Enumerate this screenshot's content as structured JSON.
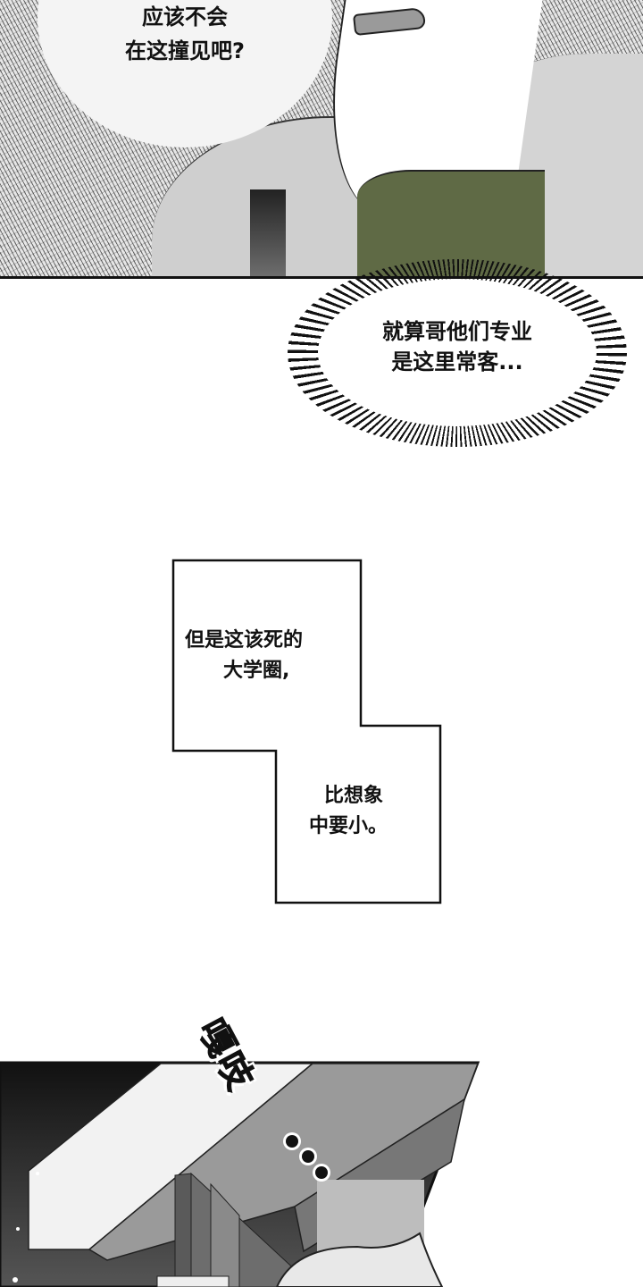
{
  "panels": [
    {
      "id": "panel-1",
      "description": "close-up of a man's neck and shoulders with jacket, green shirt and bag strap",
      "colors": {
        "shirt": "#5f6a45",
        "jacket": "#d4d4d4",
        "hatch_bg": "#e6e6e6"
      },
      "bubble": {
        "type": "thought-burst",
        "lines": [
          "应该不会",
          "在这撞见吧?"
        ]
      }
    },
    {
      "id": "bubble-2",
      "bubble": {
        "type": "thought-burst",
        "lines": [
          "就算哥他们专业",
          "是这里常客..."
        ]
      }
    },
    {
      "id": "caption-box",
      "top_lines": [
        "但是这该死的",
        "大学圈,"
      ],
      "bottom_lines": [
        "比想象",
        "中要小。"
      ]
    },
    {
      "id": "panel-3",
      "description": "building entrance with a door opening at night, person's hair in foreground",
      "sfx": {
        "text": "嘎吱",
        "dots": "..."
      }
    }
  ]
}
